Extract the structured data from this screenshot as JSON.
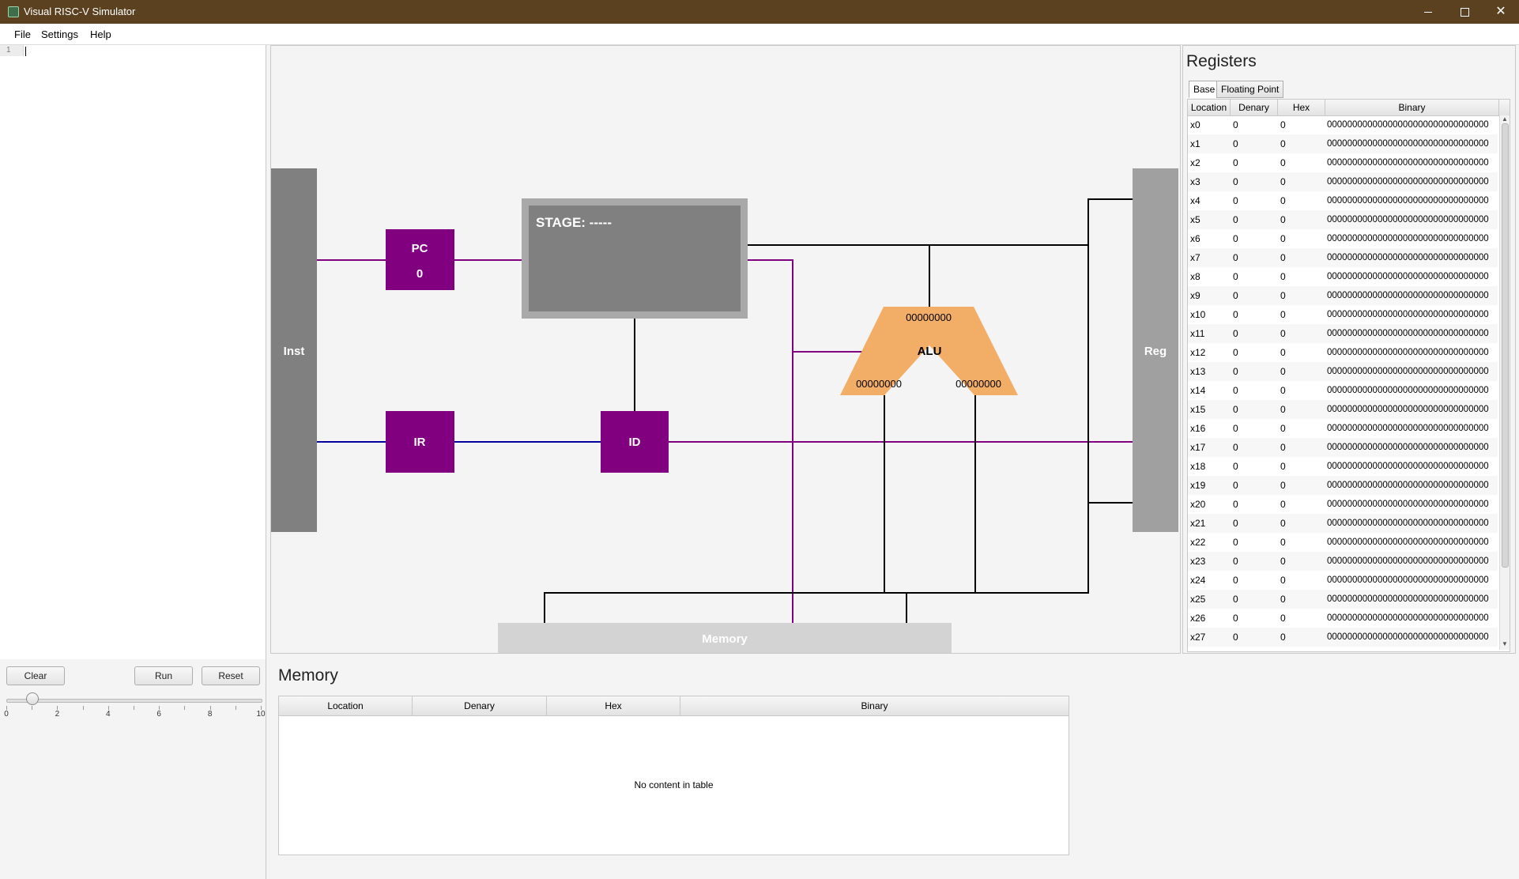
{
  "window": {
    "title": "Visual RISC-V Simulator",
    "minimize_icon": "minimize-icon",
    "maximize_icon": "maximize-icon",
    "close_icon": "close-icon",
    "close_glyph": "✕"
  },
  "menu": {
    "items": [
      "File",
      "Settings",
      "Help"
    ]
  },
  "editor": {
    "line_number": "1"
  },
  "controls": {
    "clear_label": "Clear",
    "run_label": "Run",
    "reset_label": "Reset",
    "slider": {
      "value": 1,
      "min": 0,
      "max": 10,
      "tick_labels": [
        "0",
        "2",
        "4",
        "6",
        "8",
        "10"
      ]
    }
  },
  "diagram": {
    "inst_label": "Inst",
    "reg_label": "Reg",
    "pc_label": "PC",
    "pc_value": "0",
    "ir_label": "IR",
    "id_label": "ID",
    "stage_text": "STAGE: -----",
    "alu_label": "ALU",
    "alu_out": "00000000",
    "alu_in_a": "00000000",
    "alu_in_b": "00000000",
    "memory_label": "Memory",
    "colors": {
      "block_gray": "#808080",
      "purple": "#800080",
      "blue": "#00009c",
      "alu": "#f2ad66",
      "memory_bar": "#d3d3d3",
      "wire": "#000000"
    }
  },
  "registers": {
    "title": "Registers",
    "tabs": [
      "Base",
      "Floating Point"
    ],
    "active_tab": "Base",
    "columns": [
      "Location",
      "Denary",
      "Hex",
      "Binary"
    ],
    "rows": [
      {
        "loc": "x0",
        "den": "0",
        "hex": "0",
        "bin": "00000000000000000000000000000000"
      },
      {
        "loc": "x1",
        "den": "0",
        "hex": "0",
        "bin": "00000000000000000000000000000000"
      },
      {
        "loc": "x2",
        "den": "0",
        "hex": "0",
        "bin": "00000000000000000000000000000000"
      },
      {
        "loc": "x3",
        "den": "0",
        "hex": "0",
        "bin": "00000000000000000000000000000000"
      },
      {
        "loc": "x4",
        "den": "0",
        "hex": "0",
        "bin": "00000000000000000000000000000000"
      },
      {
        "loc": "x5",
        "den": "0",
        "hex": "0",
        "bin": "00000000000000000000000000000000"
      },
      {
        "loc": "x6",
        "den": "0",
        "hex": "0",
        "bin": "00000000000000000000000000000000"
      },
      {
        "loc": "x7",
        "den": "0",
        "hex": "0",
        "bin": "00000000000000000000000000000000"
      },
      {
        "loc": "x8",
        "den": "0",
        "hex": "0",
        "bin": "00000000000000000000000000000000"
      },
      {
        "loc": "x9",
        "den": "0",
        "hex": "0",
        "bin": "00000000000000000000000000000000"
      },
      {
        "loc": "x10",
        "den": "0",
        "hex": "0",
        "bin": "00000000000000000000000000000000"
      },
      {
        "loc": "x11",
        "den": "0",
        "hex": "0",
        "bin": "00000000000000000000000000000000"
      },
      {
        "loc": "x12",
        "den": "0",
        "hex": "0",
        "bin": "00000000000000000000000000000000"
      },
      {
        "loc": "x13",
        "den": "0",
        "hex": "0",
        "bin": "00000000000000000000000000000000"
      },
      {
        "loc": "x14",
        "den": "0",
        "hex": "0",
        "bin": "00000000000000000000000000000000"
      },
      {
        "loc": "x15",
        "den": "0",
        "hex": "0",
        "bin": "00000000000000000000000000000000"
      },
      {
        "loc": "x16",
        "den": "0",
        "hex": "0",
        "bin": "00000000000000000000000000000000"
      },
      {
        "loc": "x17",
        "den": "0",
        "hex": "0",
        "bin": "00000000000000000000000000000000"
      },
      {
        "loc": "x18",
        "den": "0",
        "hex": "0",
        "bin": "00000000000000000000000000000000"
      },
      {
        "loc": "x19",
        "den": "0",
        "hex": "0",
        "bin": "00000000000000000000000000000000"
      },
      {
        "loc": "x20",
        "den": "0",
        "hex": "0",
        "bin": "00000000000000000000000000000000"
      },
      {
        "loc": "x21",
        "den": "0",
        "hex": "0",
        "bin": "00000000000000000000000000000000"
      },
      {
        "loc": "x22",
        "den": "0",
        "hex": "0",
        "bin": "00000000000000000000000000000000"
      },
      {
        "loc": "x23",
        "den": "0",
        "hex": "0",
        "bin": "00000000000000000000000000000000"
      },
      {
        "loc": "x24",
        "den": "0",
        "hex": "0",
        "bin": "00000000000000000000000000000000"
      },
      {
        "loc": "x25",
        "den": "0",
        "hex": "0",
        "bin": "00000000000000000000000000000000"
      },
      {
        "loc": "x26",
        "den": "0",
        "hex": "0",
        "bin": "00000000000000000000000000000000"
      },
      {
        "loc": "x27",
        "den": "0",
        "hex": "0",
        "bin": "00000000000000000000000000000000"
      }
    ]
  },
  "memory": {
    "title": "Memory",
    "columns": [
      "Location",
      "Denary",
      "Hex",
      "Binary"
    ],
    "empty_message": "No content in table"
  }
}
